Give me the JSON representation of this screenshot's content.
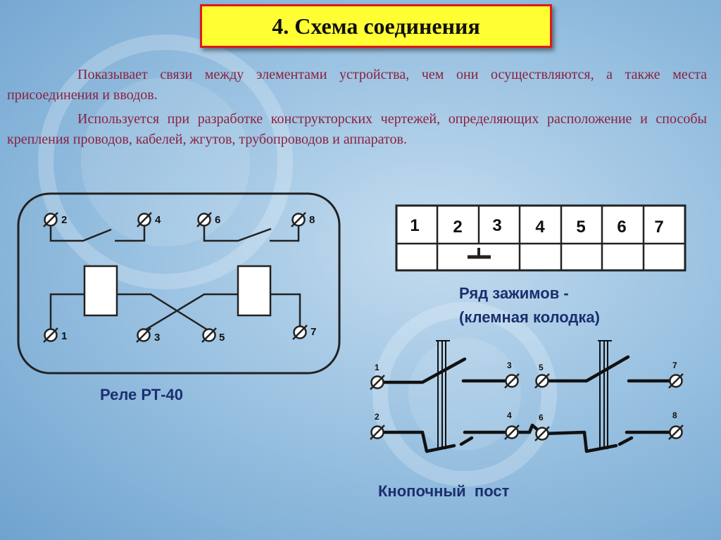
{
  "title": "4. Схема соединения",
  "paragraph1": "Показывает связи между элементами устройства, чем они осуществляются, а также места присоединения и вводов.",
  "paragraph2": "Используется при разработке конструкторских чертежей, определяющих расположение и способы крепления проводов, кабелей, жгутов, трубопроводов и аппаратов.",
  "relay": {
    "caption": "Реле РТ-40",
    "terminals": [
      "2",
      "4",
      "6",
      "8",
      "1",
      "3",
      "5",
      "7"
    ]
  },
  "terminal_block": {
    "numbers": [
      "1",
      "2",
      "3",
      "4",
      "5",
      "6",
      "7"
    ],
    "caption_line1": "Ряд зажимов -",
    "caption_line2": "(клемная колодка)"
  },
  "button_station": {
    "caption": "Кнопочный  пост",
    "terminals": [
      "1",
      "3",
      "5",
      "7",
      "2",
      "4",
      "6",
      "8"
    ]
  },
  "colors": {
    "title_bg": "#ffff33",
    "title_border": "#e01818",
    "body_text": "#8a2240",
    "caption_text": "#1b2f6e",
    "line": "#222222"
  }
}
